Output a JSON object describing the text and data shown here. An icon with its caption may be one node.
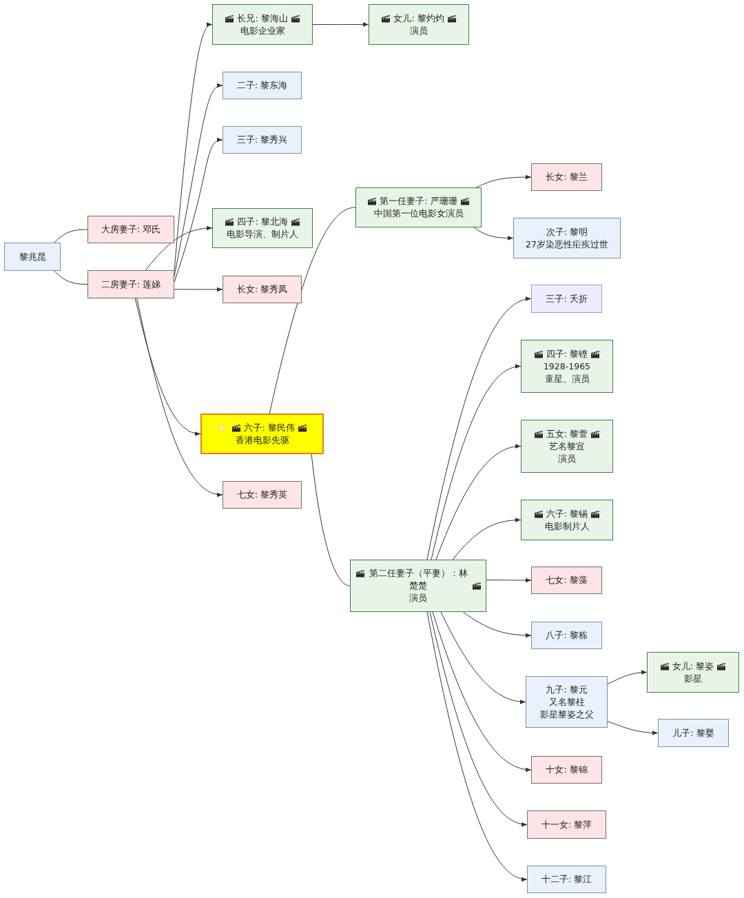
{
  "diagram": {
    "nodes": [
      {
        "text": [
          "黎兆昆"
        ]
      },
      {
        "text": [
          "大房妻子: 邓氏"
        ]
      },
      {
        "text": [
          "二房妻子: 莲娣"
        ]
      },
      {
        "text": [
          "长兄: 黎海山",
          "电影企业家"
        ]
      },
      {
        "text": [
          "女儿: 黎灼灼",
          "演员"
        ]
      },
      {
        "text": [
          "二子: 黎东海"
        ]
      },
      {
        "text": [
          "三子: 黎秀兴"
        ]
      },
      {
        "text": [
          "四子: 黎北海",
          "电影导演、制片人"
        ]
      },
      {
        "text": [
          "长女: 黎秀凤"
        ]
      },
      {
        "text": [
          "六子: 黎民伟",
          "香港电影先驱"
        ]
      },
      {
        "text": [
          "七女: 黎秀英"
        ]
      },
      {
        "text": [
          "第一任妻子: 严珊珊",
          "中国第一位电影女演员"
        ]
      },
      {
        "text": [
          "长女: 黎兰"
        ]
      },
      {
        "text": [
          "次子: 黎明",
          "27岁染恶性疟疾过世"
        ]
      },
      {
        "text": [
          "第二任妻子（平妻）：林楚楚",
          "演员"
        ]
      },
      {
        "text": [
          "三子: 夭折"
        ]
      },
      {
        "text": [
          "四子: 黎铿",
          "1928-1965",
          "童星、演员"
        ]
      },
      {
        "text": [
          "五女: 黎萱",
          "艺名黎宣",
          "演员"
        ]
      },
      {
        "text": [
          "六子: 黎锡",
          "电影制片人"
        ]
      },
      {
        "text": [
          "七女: 黎藻"
        ]
      },
      {
        "text": [
          "八子: 黎栋"
        ]
      },
      {
        "text": [
          "九子: 黎元",
          "又名黎柱",
          "影星黎姿之父"
        ]
      },
      {
        "text": [
          "女儿: 黎姿",
          "影星"
        ]
      },
      {
        "text": [
          "儿子: 黎婴"
        ]
      },
      {
        "text": [
          "十女: 黎锦"
        ]
      },
      {
        "text": [
          "十一女: 黎萍"
        ]
      },
      {
        "text": [
          "十二子: 黎江"
        ]
      }
    ],
    "edges": [
      {
        "from": 0,
        "to": 1,
        "arrow": "none"
      },
      {
        "from": 0,
        "to": 2,
        "arrow": "none"
      },
      {
        "from": 2,
        "to": 3,
        "arrow": "to"
      },
      {
        "from": 2,
        "to": 5,
        "arrow": "to"
      },
      {
        "from": 2,
        "to": 6,
        "arrow": "to"
      },
      {
        "from": 2,
        "to": 7,
        "arrow": "to"
      },
      {
        "from": 2,
        "to": 8,
        "arrow": "to"
      },
      {
        "from": 2,
        "to": 9,
        "arrow": "to"
      },
      {
        "from": 2,
        "to": 10,
        "arrow": "to"
      },
      {
        "from": 3,
        "to": 4,
        "arrow": "to"
      },
      {
        "from": 9,
        "to": 11,
        "arrow": "none"
      },
      {
        "from": 9,
        "to": 14,
        "arrow": "none"
      },
      {
        "from": 11,
        "to": 12,
        "arrow": "to"
      },
      {
        "from": 11,
        "to": 13,
        "arrow": "to"
      },
      {
        "from": 14,
        "to": 15,
        "arrow": "to"
      },
      {
        "from": 14,
        "to": 16,
        "arrow": "to"
      },
      {
        "from": 14,
        "to": 17,
        "arrow": "to"
      },
      {
        "from": 14,
        "to": 18,
        "arrow": "to"
      },
      {
        "from": 14,
        "to": 19,
        "arrow": "to"
      },
      {
        "from": 14,
        "to": 20,
        "arrow": "to"
      },
      {
        "from": 14,
        "to": 21,
        "arrow": "to"
      },
      {
        "from": 14,
        "to": 24,
        "arrow": "to"
      },
      {
        "from": 14,
        "to": 25,
        "arrow": "to"
      },
      {
        "from": 14,
        "to": 26,
        "arrow": "to"
      },
      {
        "from": 21,
        "to": 22,
        "arrow": "to"
      },
      {
        "from": 21,
        "to": 23,
        "arrow": "to"
      }
    ]
  }
}
